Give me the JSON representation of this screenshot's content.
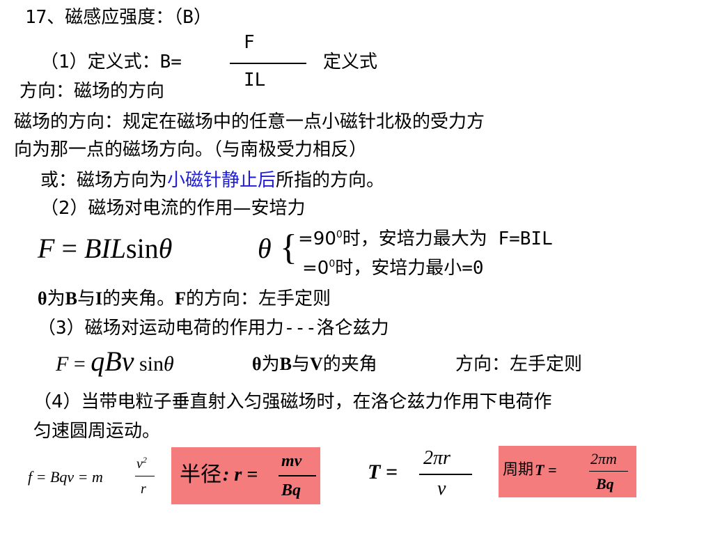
{
  "title": "17、磁感应强度：（B）",
  "def": {
    "prefix": "（1）定义式：B=",
    "numerator": "F",
    "denominator": "IL",
    "suffix": "定义式"
  },
  "direction_line": "方向：磁场的方向",
  "paragraph": {
    "line1": "磁场的方向：规定在磁场中的任意一点小磁针北极的受力方",
    "line2": "向为那一点的磁场方向。（与南极受力相反）"
  },
  "or_line": {
    "prefix": "或：磁场方向为",
    "highlight": "小磁针静止后",
    "suffix": "所指的方向。"
  },
  "section2": "（2）磁场对电流的作用—安培力",
  "ampere": {
    "formula_lhs": "F",
    "formula_eq": "=",
    "formula_BIL": "BIL",
    "formula_sin": "sin",
    "formula_theta": "θ",
    "brace_theta": "θ",
    "case1_a": "=90",
    "case1_sup": "0",
    "case1_b": "时，安培力最大为 F=BIL",
    "case2_a": "=0",
    "case2_sup": "0",
    "case2_b": "时，安培力最小=0"
  },
  "angle_note": {
    "theta": "θ",
    "t1": "为",
    "B": "B",
    "t2": "与",
    "I": "I",
    "t3": "的夹角。",
    "F": "F",
    "t4": "的方向：左手定则"
  },
  "section3": "（3）磁场对运动电荷的作用力---洛仑兹力",
  "lorentz": {
    "F": "F",
    "eq": "=",
    "q": "q",
    "B": "B",
    "v": "v",
    "sin": "sin",
    "theta": "θ",
    "note_theta": "θ",
    "note_t1": "为",
    "note_B": "B",
    "note_t2": "与",
    "note_V": "V",
    "note_t3": "的夹角",
    "direction": "方向：左手定则"
  },
  "section4": {
    "line1": "（4）当带电粒子垂直射入匀强磁场时，在洛仑兹力作用下电荷作",
    "line2": "匀速圆周运动。"
  },
  "formulas": {
    "f1_lhs": "f = Bqv = m",
    "f1_num": "v",
    "f1_num_sup": "2",
    "f1_den": "r",
    "radius_label": "半径",
    "radius_lhs": ": r =",
    "radius_num": "mv",
    "radius_den": "Bq",
    "T_lhs": "T =",
    "T_num": "2πr",
    "T_den": "v",
    "period_label": "周期",
    "period_lhs": "T =",
    "period_num": "2πm",
    "period_den": "Bq"
  },
  "colors": {
    "highlight_text": "#1c1cd6",
    "formula_box": "#f47c7c"
  }
}
